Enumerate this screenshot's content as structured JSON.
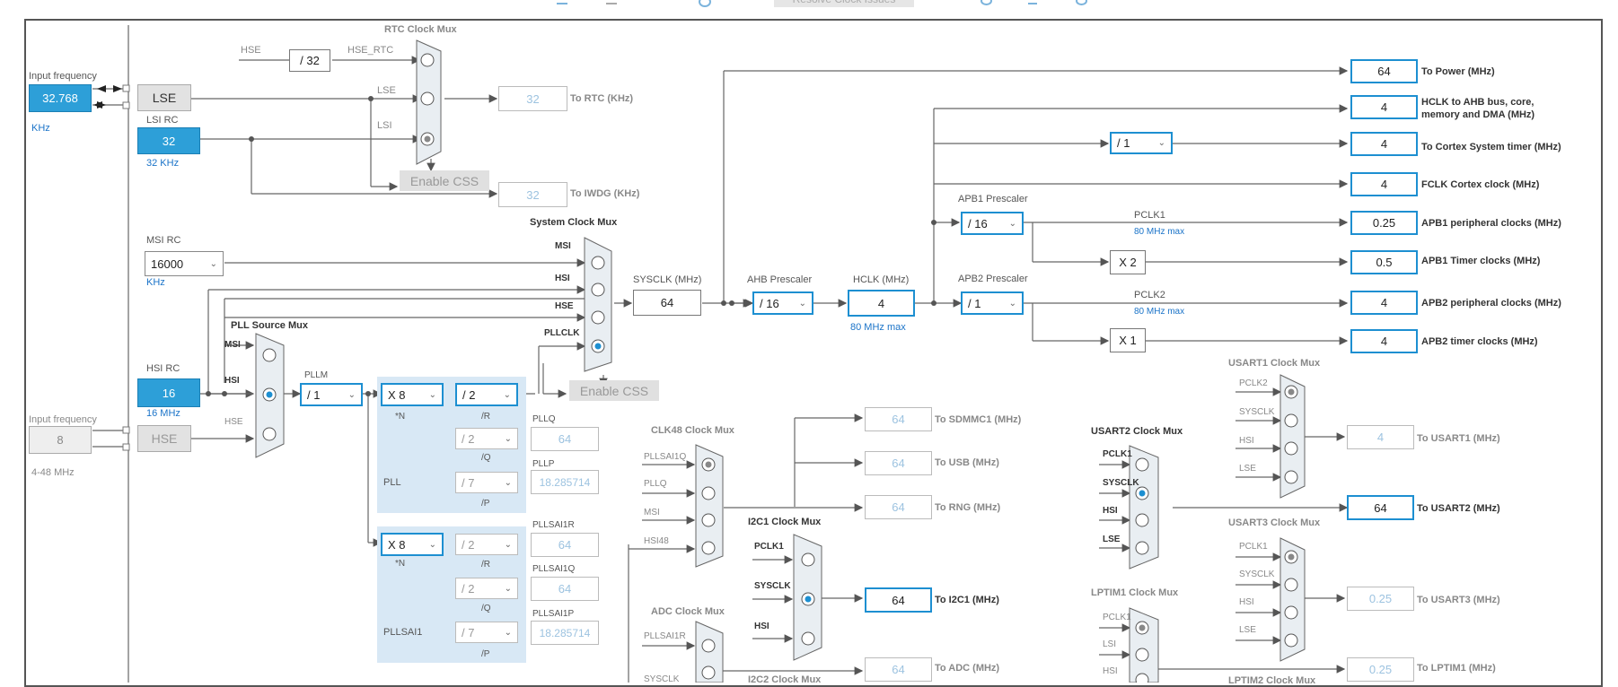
{
  "toolbar": {
    "resolve_label": "Resolve Clock Issues"
  },
  "lse": {
    "input_label": "Input frequency",
    "input_value": "32.768",
    "unit": "KHz",
    "block": "LSE"
  },
  "lsi": {
    "title": "LSI RC",
    "value": "32",
    "sub": "32 KHz"
  },
  "hse_in": {
    "input_label": "Input frequency",
    "input_value": "8",
    "range": "4-48 MHz",
    "block": "HSE"
  },
  "msi": {
    "title": "MSI RC",
    "value": "16000",
    "unit": "KHz"
  },
  "hsi": {
    "title": "HSI RC",
    "value": "16",
    "sub": "16 MHz"
  },
  "rtc": {
    "title": "RTC Clock Mux",
    "hse": "HSE",
    "div": "/ 32",
    "hse_rtc": "HSE_RTC",
    "lse": "LSE",
    "lsi": "LSI",
    "enable_css": "Enable CSS",
    "rtc_value": "32",
    "rtc_label": "To RTC (KHz)",
    "iwdg_value": "32",
    "iwdg_label": "To IWDG (KHz)"
  },
  "pll": {
    "mux_title": "PLL Source Mux",
    "msi": "MSI",
    "hsi": "HSI",
    "hse": "HSE",
    "pllm_label": "PLLM",
    "pllm": "/ 1",
    "n": "X 8",
    "n_label": "*N",
    "r": "/ 2",
    "r_label": "/R",
    "q": "/ 2",
    "q_label": "/Q",
    "p": "/ 7",
    "p_label": "/P",
    "block_label": "PLL",
    "pllq_label": "PLLQ",
    "pllq_value": "64",
    "pllp_label": "PLLP",
    "pllp_value": "18.285714"
  },
  "pllsai1": {
    "n": "X 8",
    "n_label": "*N",
    "r": "/ 2",
    "r_label": "/R",
    "q": "/ 2",
    "q_label": "/Q",
    "p": "/ 7",
    "p_label": "/P",
    "block_label": "PLLSAI1",
    "r_out_label": "PLLSAI1R",
    "r_out_value": "64",
    "q_out_label": "PLLSAI1Q",
    "q_out_value": "64",
    "p_out_label": "PLLSAI1P",
    "p_out_value": "18.285714"
  },
  "sysmux": {
    "title": "System Clock Mux",
    "msi": "MSI",
    "hsi": "HSI",
    "hse": "HSE",
    "pllclk": "PLLCLK",
    "enable_css": "Enable CSS"
  },
  "sysclk": {
    "label": "SYSCLK (MHz)",
    "value": "64"
  },
  "ahb": {
    "label": "AHB Prescaler",
    "value": "/ 16"
  },
  "hclk": {
    "label": "HCLK (MHz)",
    "value": "4",
    "max": "80 MHz max"
  },
  "apb1": {
    "label": "APB1 Prescaler",
    "value": "/ 16",
    "pclk": "PCLK1",
    "max": "80 MHz max",
    "timer_mult": "X 2"
  },
  "apb2": {
    "label": "APB2 Prescaler",
    "value": "/ 1",
    "pclk": "PCLK2",
    "max": "80 MHz max",
    "timer_mult": "X 1"
  },
  "systick_div": "/ 1",
  "outputs": [
    {
      "value": "64",
      "label": "To Power (MHz)"
    },
    {
      "value": "4",
      "label": "HCLK to AHB bus, core,",
      "label2": "memory and DMA (MHz)"
    },
    {
      "value": "4",
      "label": "To Cortex System timer (MHz)"
    },
    {
      "value": "4",
      "label": "FCLK Cortex clock (MHz)"
    },
    {
      "value": "0.25",
      "label": "APB1 peripheral clocks (MHz)"
    },
    {
      "value": "0.5",
      "label": "APB1 Timer clocks (MHz)"
    },
    {
      "value": "4",
      "label": "APB2 peripheral clocks (MHz)"
    },
    {
      "value": "4",
      "label": "APB2 timer clocks (MHz)"
    }
  ],
  "clk48": {
    "title": "CLK48 Clock Mux",
    "in1": "PLLSAI1Q",
    "in2": "PLLQ",
    "in3": "MSI",
    "in4": "HSI48",
    "sdmmc_value": "64",
    "sdmmc_label": "To SDMMC1 (MHz)",
    "usb_value": "64",
    "usb_label": "To USB (MHz)",
    "rng_value": "64",
    "rng_label": "To RNG (MHz)"
  },
  "i2c1": {
    "title": "I2C1 Clock Mux",
    "in1": "PCLK1",
    "in2": "SYSCLK",
    "in3": "HSI",
    "value": "64",
    "label": "To I2C1 (MHz)"
  },
  "adc": {
    "title": "ADC Clock Mux",
    "in1": "PLLSAI1R",
    "in2": "SYSCLK",
    "value": "64",
    "label": "To ADC (MHz)"
  },
  "i2c2": {
    "title": "I2C2 Clock Mux"
  },
  "usart1": {
    "title": "USART1 Clock Mux",
    "in1": "PCLK2",
    "in2": "SYSCLK",
    "in3": "HSI",
    "in4": "LSE",
    "value": "4",
    "label": "To USART1 (MHz)"
  },
  "usart2": {
    "title": "USART2 Clock Mux",
    "in1": "PCLK1",
    "in2": "SYSCLK",
    "in3": "HSI",
    "in4": "LSE",
    "value": "64",
    "label": "To USART2 (MHz)"
  },
  "usart3": {
    "title": "USART3 Clock Mux",
    "in1": "PCLK1",
    "in2": "SYSCLK",
    "in3": "HSI",
    "in4": "LSE",
    "value": "0.25",
    "label": "To USART3 (MHz)"
  },
  "lptim1": {
    "title": "LPTIM1 Clock Mux",
    "in1": "PCLK1",
    "in2": "LSI",
    "in3": "HSI",
    "value": "0.25",
    "label": "To LPTIM1 (MHz)"
  },
  "lptim2": {
    "title": "LPTIM2 Clock Mux"
  }
}
